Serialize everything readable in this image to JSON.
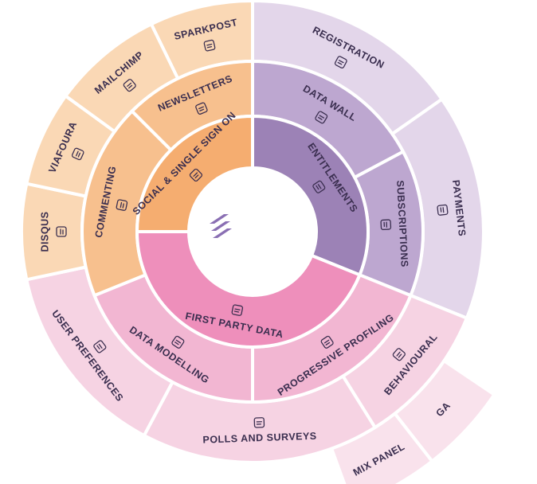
{
  "colors": {
    "orange_inner": "#f5ad70",
    "orange_mid": "#f7c08e",
    "orange_outer": "#fad8b5",
    "purple_inner": "#9c82b6",
    "purple_mid": "#bda7d0",
    "purple_outer": "#e3d6ea",
    "pink_inner": "#ee8fbb",
    "pink_mid": "#f2b6d2",
    "pink_outer": "#f6d3e3",
    "pink_ext": "#f9e2ec",
    "text": "#3a2e4f",
    "logo": "#8a6fb3"
  },
  "inner_ring": [
    {
      "label": "SOCIAL & SINGLE SIGN ON",
      "icon": "login-icon"
    },
    {
      "label": "ENTITLEMENTS",
      "icon": "badge-check-icon"
    },
    {
      "label": "FIRST PARTY DATA",
      "icon": "database-icon"
    }
  ],
  "middle_ring": [
    {
      "label": "NEWSLETTERS",
      "icon": "newspaper-icon"
    },
    {
      "label": "DATA WALL",
      "icon": "wallet-icon"
    },
    {
      "label": "SUBSCRIPTIONS",
      "icon": "tag-plus-icon"
    },
    {
      "label": "PROGRESSIVE PROFILING",
      "icon": "profile-card-icon"
    },
    {
      "label": "DATA MODELLING",
      "icon": "data-grid-icon"
    },
    {
      "label": "COMMENTING",
      "icon": "chat-bubbles-icon"
    }
  ],
  "outer_ring": [
    {
      "label": "SPARKPOST",
      "icon": "flame-icon"
    },
    {
      "label": "REGISTRATION",
      "icon": "user-plus-icon"
    },
    {
      "label": "PAYMENTS",
      "icon": "card-icon"
    },
    {
      "label": "BEHAVIOURAL",
      "icon": "brain-icon"
    },
    {
      "label": "POLLS AND SURVEYS",
      "icon": "survey-icon"
    },
    {
      "label": "USER PREFERENCES",
      "icon": "users-icon"
    },
    {
      "label": "DISQUS",
      "icon": "disqus-logo-icon"
    },
    {
      "label": "VIAFOURA",
      "icon": "viafoura-logo-icon"
    },
    {
      "label": "MAILCHIMP",
      "icon": "mailchimp-logo-icon"
    }
  ],
  "extension_ring": [
    {
      "label": "GA"
    },
    {
      "label": "MIX PANEL"
    }
  ]
}
